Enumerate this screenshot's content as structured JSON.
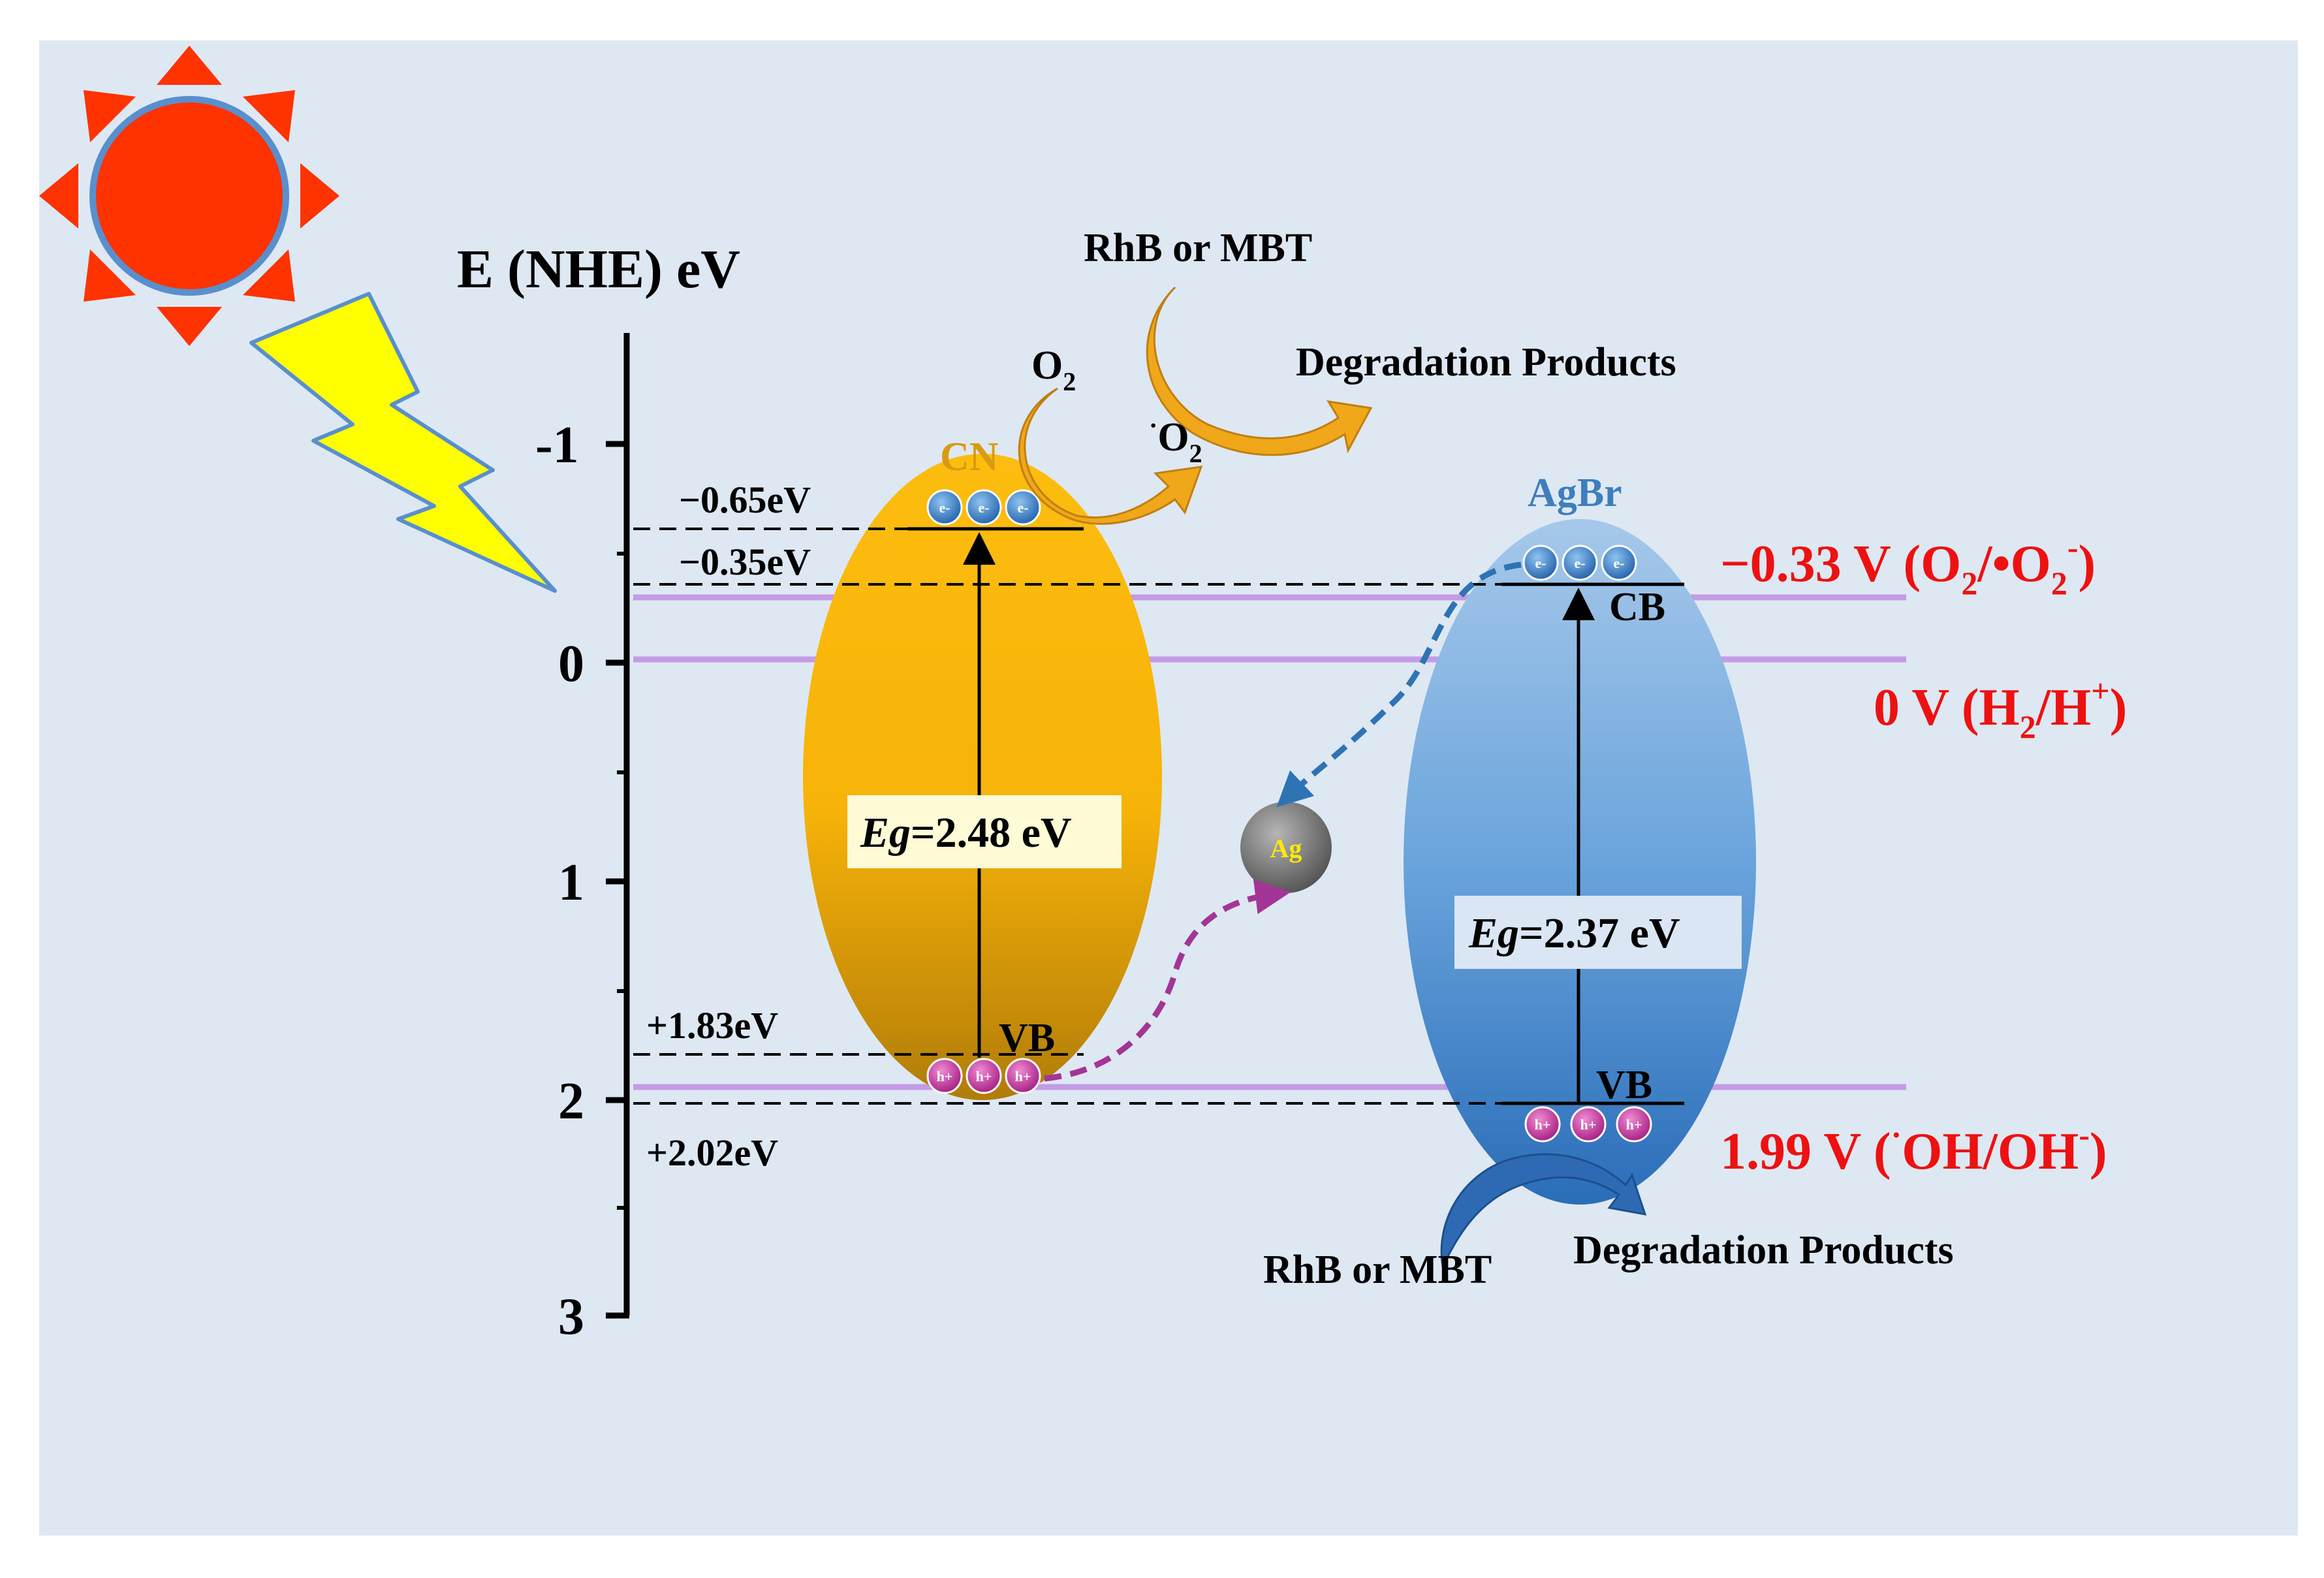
{
  "diagram": {
    "axis_title": "E (NHE) eV",
    "axis_ticks": [
      "-1",
      "0",
      "1",
      "2",
      "3"
    ],
    "cn": {
      "name": "CN",
      "cb_level": "−0.65eV",
      "vb_level": "+1.83eV",
      "band_gap_symbol": "Eg",
      "band_gap_value": "=2.48 eV",
      "vb_label": "VB",
      "electron": "e",
      "electron_sign": "-",
      "hole": "h",
      "hole_sign": "+"
    },
    "agbr": {
      "name": "AgBr",
      "cb_level": "−0.35eV",
      "vb_level": "+2.02eV",
      "band_gap_symbol": "Eg",
      "band_gap_value": "=2.37 eV",
      "cb_label": "CB",
      "vb_label": "VB"
    },
    "ag": {
      "label": "Ag"
    },
    "reactions": {
      "o2": "O",
      "o2_sub": "2",
      "superoxide_dot": "·",
      "superoxide": "O",
      "superoxide_sub": "2",
      "pollutant_top": "RhB or MBT",
      "products_top": "Degradation Products",
      "pollutant_bottom": "RhB or MBT",
      "products_bottom": "Degradation Products"
    },
    "potentials": {
      "o2_main": "−0.33 V (O",
      "o2_sub1": "2",
      "o2_mid": "/•O",
      "o2_sub2": "2",
      "o2_sup": "-",
      "o2_end": ")",
      "h2_main": "0 V (H",
      "h2_sub": "2",
      "h2_mid": "/H",
      "h2_sup": "+",
      "h2_end": ")",
      "oh_main": "1.99 V (",
      "oh_sup1": "·",
      "oh_mid": "OH/OH",
      "oh_sup2": "-",
      "oh_end": ")"
    },
    "colors": {
      "background": "#dde8f3",
      "sun": "#ff3300",
      "lightning": "#ffff00",
      "cn_band": "#fbb80e",
      "agbr_band": "#5b9bd5",
      "potential_line": "#c59be6",
      "potential_text": "#ee1111",
      "electron": "#2a74c4",
      "hole": "#c32b97"
    }
  }
}
